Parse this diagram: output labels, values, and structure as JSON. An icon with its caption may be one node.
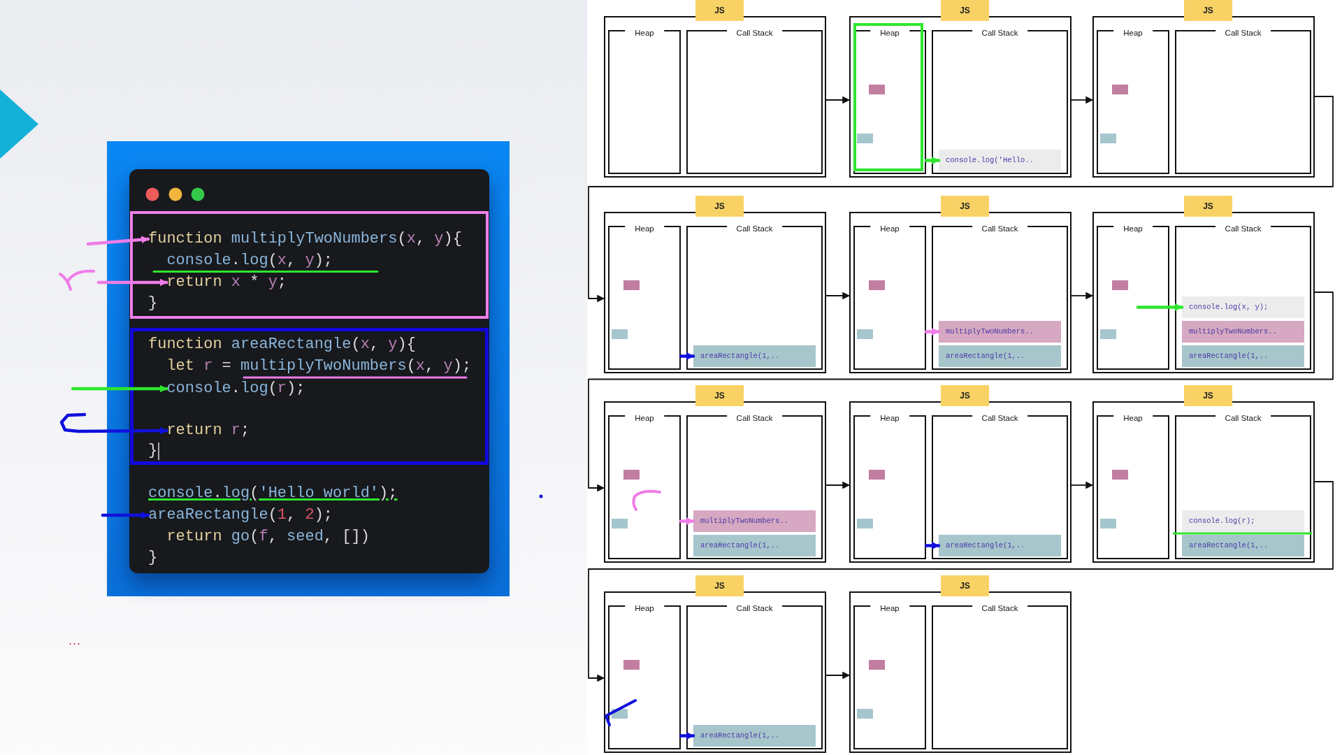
{
  "diagram": {
    "nodes": [
      {
        "text": [],
        "shape": "box"
      },
      {
        "text": [],
        "shape": "box",
        "in": 0
      },
      {
        "text": [],
        "shape": "box",
        "in": 1
      },
      {
        "text": [
          "function multiplyTwoNumbers(x, y){"
        ],
        "in": 2
      },
      {
        "text": [
          "console.log(x, y);"
        ],
        "in": 2
      },
      {
        "text": [
          "return x * y;"
        ],
        "in": 2
      },
      {
        "text": [
          "}"
        ],
        "in": 2
      },
      {
        "text": [],
        "shape": "box",
        "in": 1
      },
      {
        "text": [
          "function areaRectangle(x, y){"
        ],
        "in": 7
      },
      {
        "text": [
          "let r = multiplyTwoNumbers(x, y);"
        ],
        "in": 7
      },
      {
        "text": [
          "console.log(r);"
        ],
        "in": 7
      },
      {
        "text": [
          "return r;"
        ],
        "in": 7
      },
      {
        "text": [
          "}"
        ],
        "in": 7
      },
      {
        "text": [
          "console.log('Hello world');"
        ],
        "in": 1
      },
      {
        "text": [
          "areaRectangle(1, 2);"
        ],
        "in": 1
      },
      {
        "text": [
          "return go(f, seed, [])"
        ],
        "in": 1
      },
      {
        "text": [
          "}"
        ],
        "in": 1
      },
      {
        "text": [
          "JS"
        ]
      },
      {
        "text": [],
        "shape": "box"
      },
      {
        "text": [
          "Heap"
        ],
        "in": 18
      },
      {
        "text": [
          "Call Stack"
        ],
        "in": 18
      },
      {
        "text": [
          "JS"
        ]
      },
      {
        "text": [],
        "shape": "box"
      },
      {
        "text": [
          "Heap"
        ],
        "in": 22
      },
      {
        "text": [],
        "shape": "box",
        "in": 23
      },
      {
        "text": [],
        "shape": "box",
        "in": 23
      },
      {
        "text": [
          "Call Stack"
        ],
        "in": 22
      },
      {
        "text": [
          "console.log('Hello.."
        ],
        "in": 26
      },
      {
        "text": [
          "JS"
        ]
      },
      {
        "text": [],
        "shape": "box"
      },
      {
        "text": [
          "Heap"
        ],
        "in": 29
      },
      {
        "text": [],
        "shape": "box",
        "in": 30
      },
      {
        "text": [],
        "shape": "box",
        "in": 30
      },
      {
        "text": [
          "Call Stack"
        ],
        "in": 29
      },
      {
        "text": [
          "JS"
        ]
      },
      {
        "text": [],
        "shape": "box"
      },
      {
        "text": [
          "Heap"
        ],
        "in": 35
      },
      {
        "text": [],
        "shape": "box",
        "in": 36
      },
      {
        "text": [],
        "shape": "box",
        "in": 36
      },
      {
        "text": [
          "Call Stack"
        ],
        "in": 35
      },
      {
        "text": [
          "areaRectangle(1,.."
        ],
        "in": 39
      },
      {
        "text": [
          "JS"
        ]
      },
      {
        "text": [],
        "shape": "box"
      },
      {
        "text": [
          "Heap"
        ],
        "in": 42
      },
      {
        "text": [],
        "shape": "box",
        "in": 43
      },
      {
        "text": [],
        "shape": "box",
        "in": 43
      },
      {
        "text": [
          "Call Stack"
        ],
        "in": 42
      },
      {
        "text": [
          "multiplyTwoNumbers.."
        ],
        "in": 46
      },
      {
        "text": [
          "areaRectangle(1,.."
        ],
        "in": 46
      },
      {
        "text": [
          "JS"
        ]
      },
      {
        "text": [],
        "shape": "box"
      },
      {
        "text": [
          "Heap"
        ],
        "in": 50
      },
      {
        "text": [],
        "shape": "box",
        "in": 51
      },
      {
        "text": [],
        "shape": "box",
        "in": 51
      },
      {
        "text": [
          "Call Stack"
        ],
        "in": 50
      },
      {
        "text": [
          "console.log(x, y);"
        ],
        "in": 54
      },
      {
        "text": [
          "multiplyTwoNumbers.."
        ],
        "in": 54
      },
      {
        "text": [
          "areaRectangle(1,.."
        ],
        "in": 54
      },
      {
        "text": [
          "JS"
        ]
      },
      {
        "text": [],
        "shape": "box"
      },
      {
        "text": [
          "Heap"
        ],
        "in": 59
      },
      {
        "text": [],
        "shape": "box",
        "in": 60
      },
      {
        "text": [],
        "shape": "box",
        "in": 60
      },
      {
        "text": [
          "Call Stack"
        ],
        "in": 59
      },
      {
        "text": [
          "multiplyTwoNumbers.."
        ],
        "in": 63
      },
      {
        "text": [
          "areaRectangle(1,.."
        ],
        "in": 63
      },
      {
        "text": [
          "JS"
        ]
      },
      {
        "text": [],
        "shape": "box"
      },
      {
        "text": [
          "Heap"
        ],
        "in": 67
      },
      {
        "text": [],
        "shape": "box",
        "in": 68
      },
      {
        "text": [],
        "shape": "box",
        "in": 68
      },
      {
        "text": [
          "Call Stack"
        ],
        "in": 67
      },
      {
        "text": [
          "areaRectangle(1,.."
        ],
        "in": 71
      },
      {
        "text": [
          "JS"
        ]
      },
      {
        "text": [],
        "shape": "box"
      },
      {
        "text": [
          "Heap"
        ],
        "in": 74
      },
      {
        "text": [],
        "shape": "box",
        "in": 75
      },
      {
        "text": [],
        "shape": "box",
        "in": 75
      },
      {
        "text": [
          "Call Stack"
        ],
        "in": 74
      },
      {
        "text": [
          "console.log(r);"
        ],
        "in": 78
      },
      {
        "text": [
          "areaRectangle(1,.."
        ],
        "in": 78
      },
      {
        "text": [
          "JS"
        ]
      },
      {
        "text": [],
        "shape": "box"
      },
      {
        "text": [
          "Heap"
        ],
        "in": 82
      },
      {
        "text": [],
        "shape": "box",
        "in": 83
      },
      {
        "text": [],
        "shape": "box",
        "in": 83
      },
      {
        "text": [
          "Call Stack"
        ],
        "in": 82
      },
      {
        "text": [
          "areaRectangle(1,.."
        ],
        "in": 86
      },
      {
        "text": [
          "JS"
        ]
      },
      {
        "text": [],
        "shape": "box"
      },
      {
        "text": [
          "Heap"
        ],
        "in": 89
      },
      {
        "text": [],
        "shape": "box",
        "in": 90
      },
      {
        "text": [],
        "shape": "box",
        "in": 90
      },
      {
        "text": [
          "Call Stack"
        ],
        "in": 89
      }
    ],
    "edges": [
      {
        "from": 18,
        "to": 22,
        "arrow": "to"
      },
      {
        "from": 22,
        "to": 29,
        "arrow": "to"
      },
      {
        "from": 29,
        "to": 35,
        "arrow": "to"
      },
      {
        "from": 35,
        "to": 42,
        "arrow": "to"
      },
      {
        "from": 42,
        "to": 50,
        "arrow": "to"
      },
      {
        "from": 50,
        "to": 59,
        "arrow": "to"
      },
      {
        "from": 59,
        "to": 67,
        "arrow": "to"
      },
      {
        "from": 67,
        "to": 74,
        "arrow": "to"
      },
      {
        "from": 74,
        "to": 82,
        "arrow": "to"
      },
      {
        "from": 82,
        "to": 89,
        "arrow": "to"
      },
      {
        "from": null,
        "to": 3,
        "arrow": "to",
        "color": "#f07ce8"
      },
      {
        "from": null,
        "to": 5,
        "arrow": "to",
        "color": "#f07ce8"
      },
      {
        "from": null,
        "to": 10,
        "arrow": "to",
        "color": "#2ee62e"
      },
      {
        "from": null,
        "to": 11,
        "arrow": "to",
        "color": "#1010dc"
      },
      {
        "from": null,
        "to": 14,
        "arrow": "to",
        "color": "#1010dc"
      },
      {
        "from": 23,
        "to": 27,
        "arrow": "to",
        "color": "#2ee62e"
      },
      {
        "from": 36,
        "to": 40,
        "arrow": "to",
        "color": "#1010dc"
      },
      {
        "from": 43,
        "to": 47,
        "arrow": "to",
        "color": "#f07ce8"
      },
      {
        "from": null,
        "to": 55,
        "arrow": "to",
        "color": "#2ee62e"
      },
      {
        "from": 60,
        "to": 64,
        "arrow": "to",
        "color": "#f07ce8"
      },
      {
        "from": 68,
        "to": 72,
        "arrow": "to",
        "color": "#1010dc"
      },
      {
        "from": 83,
        "to": 87,
        "arrow": "to",
        "color": "#1010dc"
      }
    ],
    "labels": [
      "..."
    ]
  }
}
